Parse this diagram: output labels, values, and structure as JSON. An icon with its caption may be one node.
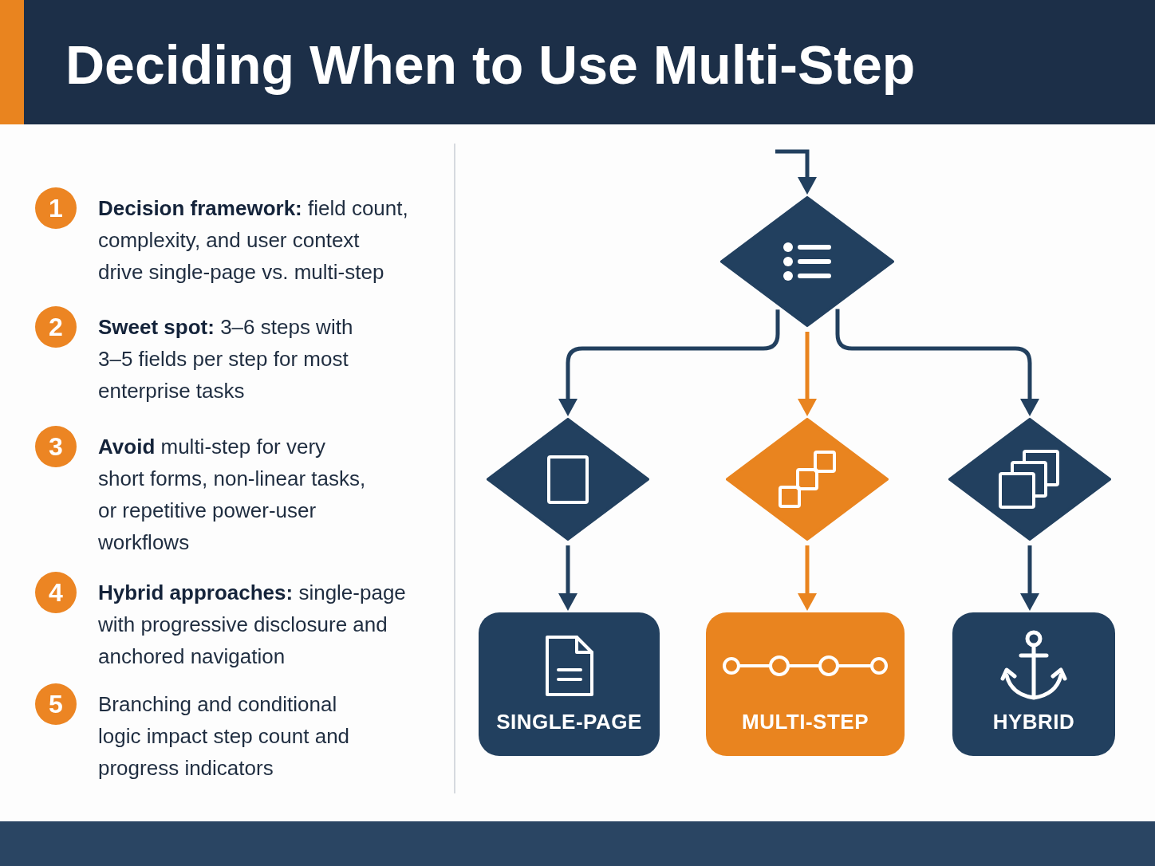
{
  "diagram": {
    "title": "Deciding When to Use Multi-Step",
    "nodes": [
      {
        "text": [
          "1"
        ],
        "beside": [
          "**Decision framework:** field count, complexity, and user context drive single-page vs. multi-step"
        ]
      },
      {
        "text": [
          "2"
        ],
        "beside": [
          "**Sweet spot:** 3–6 steps with 3–5 fields per step for most enterprise tasks"
        ]
      },
      {
        "text": [
          "3"
        ],
        "beside": [
          "**Avoid** multi-step for very short forms, non-linear tasks, or repetitive power-user workflows"
        ]
      },
      {
        "text": [
          "4"
        ],
        "beside": [
          "**Hybrid approaches:** single-page with progressive disclosure and anchored navigation"
        ]
      },
      {
        "text": [
          "5"
        ],
        "beside": [
          "Branching and conditional logic impact step count and progress indicators"
        ]
      },
      {
        "text": [],
        "shape": "diamond"
      },
      {
        "text": [],
        "shape": "diamond"
      },
      {
        "text": [],
        "shape": "diamond"
      },
      {
        "text": [],
        "shape": "diamond"
      },
      {
        "text": [
          "SINGLE-PAGE"
        ]
      },
      {
        "text": [
          "MULTI-STEP"
        ]
      },
      {
        "text": [
          "HYBRID"
        ]
      }
    ],
    "edges": [
      {
        "from": null,
        "to": 5,
        "arrow": "to"
      },
      {
        "from": 5,
        "to": 6,
        "arrow": "to"
      },
      {
        "from": 5,
        "to": 7,
        "arrow": "to",
        "color": "#e9841f"
      },
      {
        "from": 5,
        "to": 8,
        "arrow": "to"
      },
      {
        "from": 6,
        "to": 9,
        "arrow": "to"
      },
      {
        "from": 7,
        "to": 10,
        "arrow": "to",
        "color": "#e9841f"
      },
      {
        "from": 8,
        "to": 11,
        "arrow": "to"
      }
    ]
  }
}
